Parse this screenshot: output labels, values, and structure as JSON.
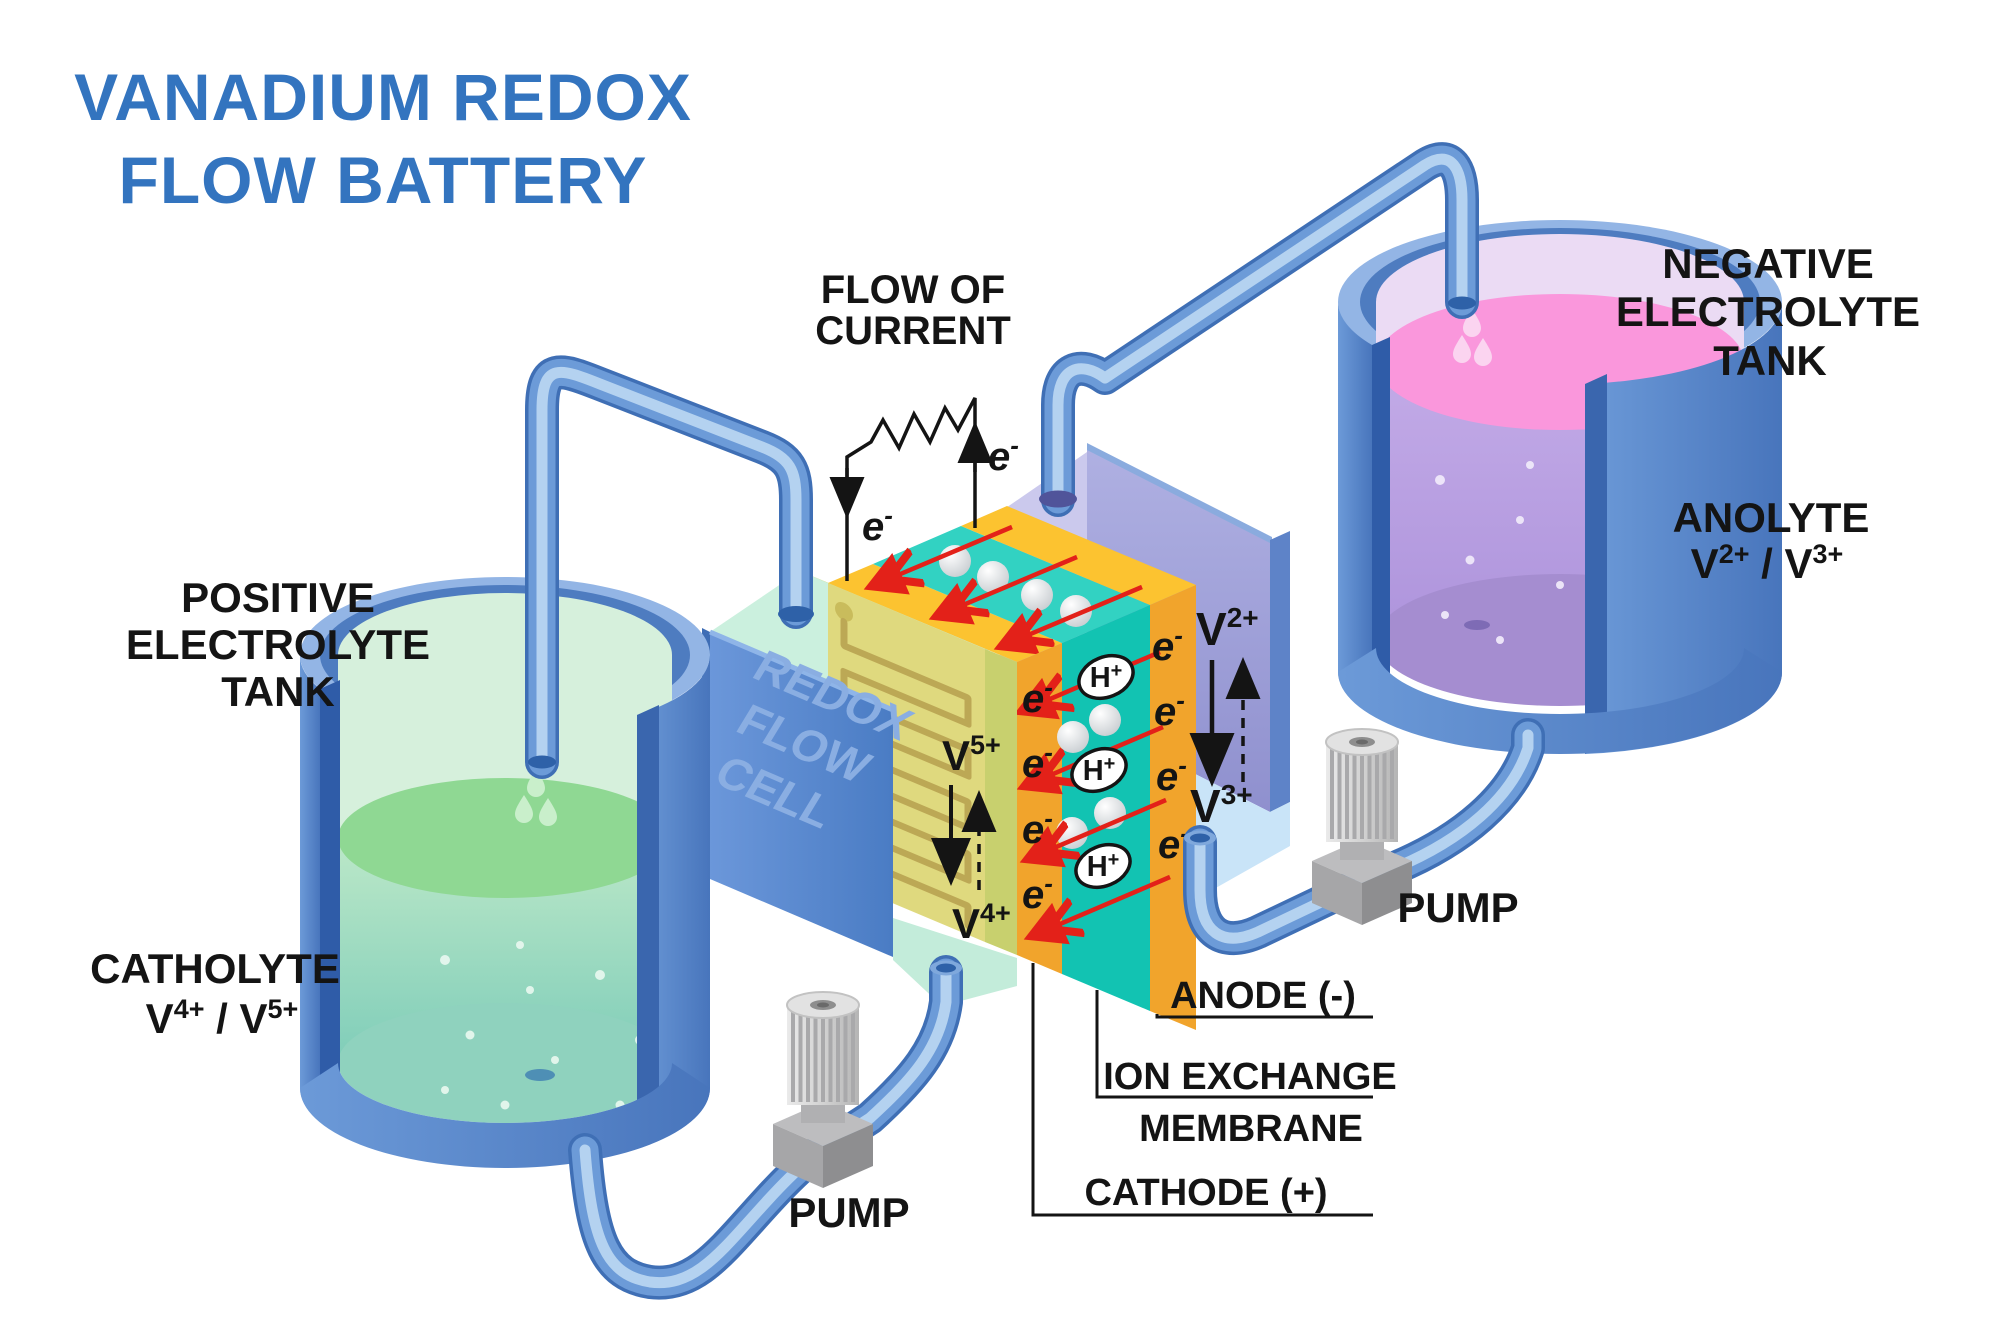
{
  "title": {
    "line1": "VANADIUM REDOX",
    "line2": "FLOW BATTERY"
  },
  "flow_of_current": {
    "line1": "FLOW OF",
    "line2": "CURRENT"
  },
  "cell": {
    "plate_line1": "REDOX",
    "plate_line2": "FLOW",
    "plate_line3": "CELL"
  },
  "layer_labels": {
    "anode": "ANODE (-)",
    "ion_exchange_line1": "ION EXCHANGE",
    "ion_exchange_line2": "MEMBRANE",
    "cathode": "CATHODE (+)"
  },
  "tanks": {
    "positive": {
      "line1": "POSITIVE",
      "line2": "ELECTROLYTE",
      "line3": "TANK",
      "solution": "CATHOLYTE",
      "couple": {
        "symbol1": "V",
        "charge1": "4+",
        "separator": " / ",
        "symbol2": "V",
        "charge2": "5+"
      }
    },
    "negative": {
      "line1": "NEGATIVE",
      "line2": "ELECTROLYTE",
      "line3": "TANK",
      "solution": "ANOLYTE",
      "couple": {
        "symbol1": "V",
        "charge1": "2+",
        "separator": " / ",
        "symbol2": "V",
        "charge2": "3+"
      }
    }
  },
  "pumps": {
    "left": "PUMP",
    "right": "PUMP"
  },
  "ions": {
    "electron": {
      "base": "e",
      "sup": "-"
    },
    "proton": {
      "base": "H",
      "sup": "+"
    },
    "v5": {
      "base": "V",
      "sup": "5+"
    },
    "v4": {
      "base": "V",
      "sup": "4+"
    },
    "v2": {
      "base": "V",
      "sup": "2+"
    },
    "v3": {
      "base": "V",
      "sup": "3+"
    }
  },
  "colors": {
    "title_blue": "#3374BF",
    "label_black": "#141414",
    "electrode_yellow": "#FCC330",
    "electrode_orange": "#F1A42C",
    "membrane_teal": "#12C3B2",
    "membrane_teal_top": "#32D2C2",
    "cell_plate_blue": "#5589D2",
    "tank_blue": "#5B8CCE",
    "catholyte_green": "#8FD893",
    "anolyte_pink": "#FA97DC",
    "pipe_blue": "#6C9BD8",
    "arrow_red": "#E32119",
    "pump_gray": "#C9C9C9",
    "back_wall_lavender": "#A2A3D8",
    "flow_plate_green": "#DFD97E",
    "mint_endplate": "#CBF0DE"
  }
}
